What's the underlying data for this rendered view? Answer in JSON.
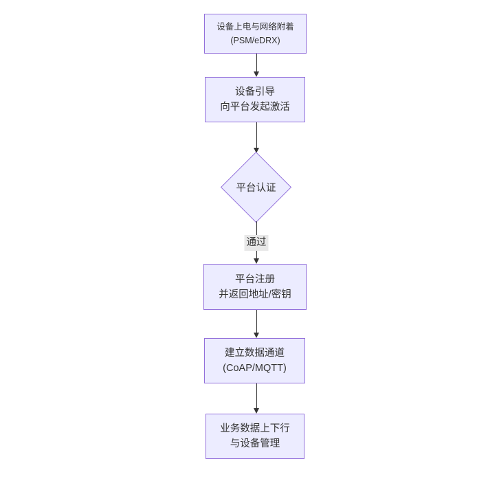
{
  "diagram": {
    "type": "flowchart",
    "direction": "top-down",
    "nodes": {
      "power_attach": {
        "line1": "设备上电与网络附着",
        "line2": "(PSM/eDRX)"
      },
      "bootstrap": {
        "line1": "设备引导",
        "line2": "向平台发起激活"
      },
      "auth": {
        "label": "平台认证"
      },
      "register": {
        "line1": "平台注册",
        "line2": "并返回地址/密钥"
      },
      "channel": {
        "line1": "建立数据通道",
        "line2": "(CoAP/MQTT)"
      },
      "business": {
        "line1": "业务数据上下行",
        "line2": "与设备管理"
      }
    },
    "edges": {
      "auth_pass_label": "通过"
    },
    "colors": {
      "node_fill": "#ECECFF",
      "node_border": "#9370DB",
      "arrow": "#333333",
      "edge_label_bg": "#e8e8e8",
      "text": "#333333"
    }
  }
}
